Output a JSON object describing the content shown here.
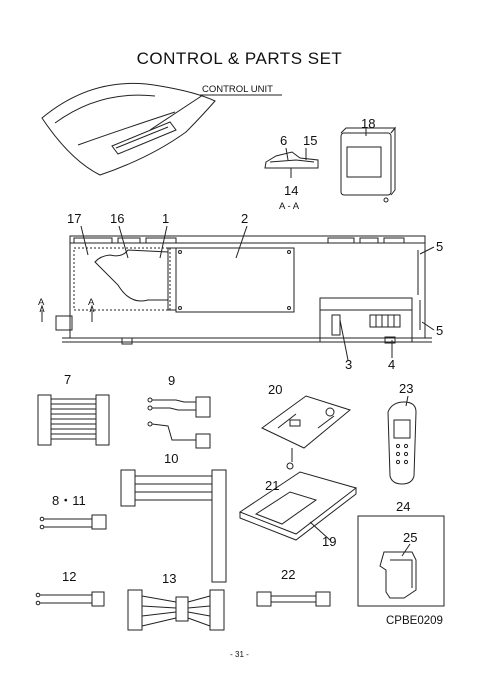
{
  "title": "CONTROL & PARTS SET",
  "control_unit_label": "CONTROL UNIT",
  "section_label": "A - A",
  "section_marker": "A",
  "part_numbers": {
    "p1": "1",
    "p2": "2",
    "p3": "3",
    "p4": "4",
    "p5a": "5",
    "p5b": "5",
    "p6": "6",
    "p7": "7",
    "p8_11": "8・11",
    "p9": "9",
    "p10": "10",
    "p12": "12",
    "p13": "13",
    "p14": "14",
    "p15": "15",
    "p16": "16",
    "p17": "17",
    "p18": "18",
    "p19": "19",
    "p20": "20",
    "p21": "21",
    "p22": "22",
    "p23": "23",
    "p24": "24",
    "p25": "25"
  },
  "figure_code": "CPBE0209",
  "page_number": "- 31 -"
}
